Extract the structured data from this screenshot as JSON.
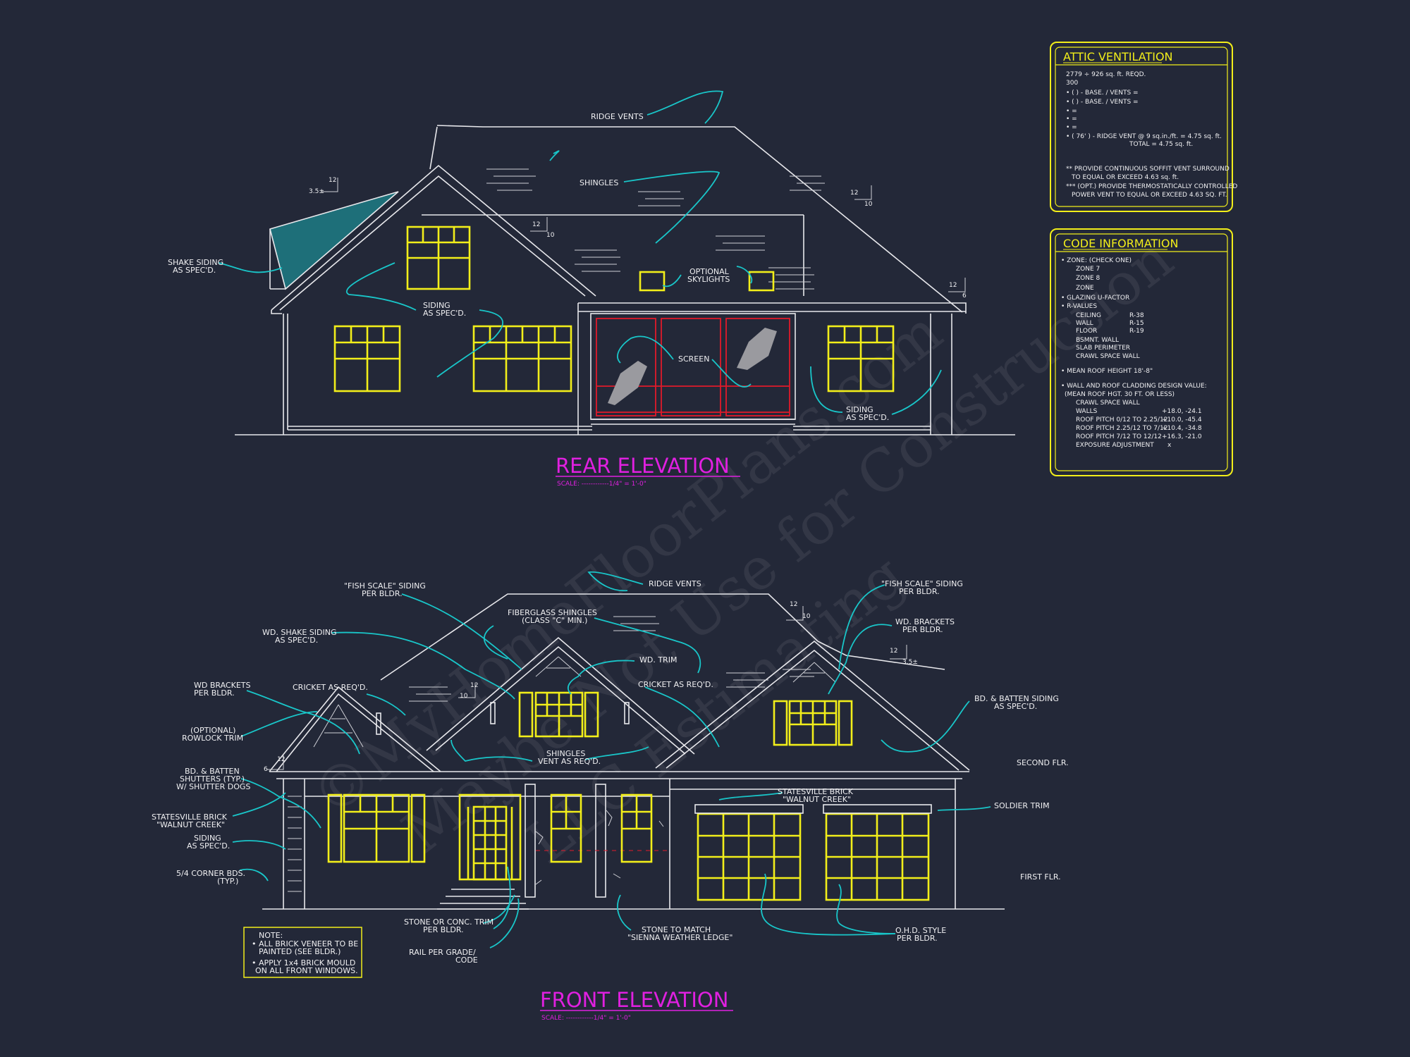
{
  "watermark": {
    "line1": "©MyHomeFloorPlans.com",
    "line2": "Maybe Not Use for Construction",
    "line3": "LLC Estimating"
  },
  "colors": {
    "background": "#232838",
    "linework": "#e8e8ec",
    "leader": "#19c6c9",
    "window": "#f2ee1a",
    "title": "#e020e0",
    "screen": "#e01a2a"
  },
  "rear": {
    "title": "REAR ELEVATION",
    "scale": "SCALE: ------------1/4\" = 1'-0\"",
    "labels": {
      "ridge_vents": "RIDGE VENTS",
      "shingles": "SHINGLES",
      "shake_1": "SHAKE SIDING",
      "shake_2": "AS SPEC'D.",
      "siding_1": "SIDING",
      "siding_2": "AS SPEC'D.",
      "skylights_1": "OPTIONAL",
      "skylights_2": "SKYLIGHTS",
      "screen": "SCREEN",
      "siding_r_1": "SIDING",
      "siding_r_2": "AS SPEC'D."
    },
    "pitch": {
      "p1_rise": "12",
      "p1_run": "3.5±",
      "p2_rise": "12",
      "p2_run": "10",
      "p3_rise": "12",
      "p3_run": "10",
      "p4_rise": "12",
      "p4_run": "6"
    }
  },
  "front": {
    "title": "FRONT ELEVATION",
    "scale": "SCALE: ------------1/4\" = 1'-0\"",
    "labels": {
      "ridge_vents": "RIDGE VENTS",
      "fish_l_1": "\"FISH SCALE\" SIDING",
      "fish_l_2": "PER BLDR.",
      "fiber_1": "FIBERGLASS SHINGLES",
      "fiber_2": "(CLASS \"C\" MIN.)",
      "shake_1": "WD. SHAKE SIDING",
      "shake_2": "AS SPEC'D.",
      "brackets_l_1": "WD BRACKETS",
      "brackets_l_2": "PER BLDR.",
      "cricket_l": "CRICKET AS REQ'D.",
      "wd_trim": "WD. TRIM",
      "cricket_r": "CRICKET AS REQ'D.",
      "rowlock_1": "(OPTIONAL)",
      "rowlock_2": "ROWLOCK TRIM",
      "batten_l_1": "BD. & BATTEN",
      "batten_l_2": "SHUTTERS (TYP.)",
      "batten_l_3": "W/ SHUTTER DOGS",
      "brick_l_1": "STATESVILLE BRICK",
      "brick_l_2": "\"WALNUT CREEK\"",
      "siding_1": "SIDING",
      "siding_2": "AS SPEC'D.",
      "corner_1": "5/4 CORNER BDS.",
      "corner_2": "(TYP.)",
      "shingles_vent_1": "SHINGLES",
      "shingles_vent_2": "VENT AS REQ'D.",
      "fish_r_1": "\"FISH SCALE\" SIDING",
      "fish_r_2": "PER BLDR.",
      "brackets_r_1": "WD. BRACKETS",
      "brackets_r_2": "PER BLDR.",
      "batten_r_1": "BD. & BATTEN SIDING",
      "batten_r_2": "AS SPEC'D.",
      "brick_c_1": "STATESVILLE BRICK",
      "brick_c_2": "\"WALNUT CREEK\"",
      "soldier": "SOLDIER TRIM",
      "second_flr": "SECOND FLR.",
      "first_flr": "FIRST FLR.",
      "stone_trim_1": "STONE OR CONC. TRIM",
      "stone_trim_2": "PER BLDR.",
      "rail_1": "RAIL PER GRADE/",
      "rail_2": "CODE",
      "stone_match_1": "STONE TO MATCH",
      "stone_match_2": "\"SIENNA WEATHER LEDGE\"",
      "ohd_1": "O.H.D. STYLE",
      "ohd_2": "PER BLDR."
    },
    "pitch": {
      "p1_rise": "12",
      "p1_run": "10",
      "p2_rise": "12",
      "p2_run": "3.5±",
      "p3_rise": "12",
      "p3_run": "6",
      "p4_rise": "12",
      "p4_run": "10"
    },
    "note": {
      "title": "NOTE:",
      "l1": "• ALL BRICK VENEER TO BE",
      "l2": "PAINTED (SEE BLDR.)",
      "l3": "• APPLY 1x4 BRICK MOULD",
      "l4": "ON ALL FRONT WINDOWS."
    }
  },
  "attic": {
    "title": "ATTIC VENTILATION",
    "l1": "2779 ÷ 926 sq. ft. REQD.",
    "l2": "300",
    "l3": "• (   ) -          BASE.   /   VENTS  =",
    "l4": "• (   ) -          BASE.   /   VENTS  =",
    "l5": "•                                              =",
    "l6": "•                                              =",
    "l7": "•                                              =",
    "l8": "• ( 76' ) - RIDGE VENT @ 9 sq.in./ft.  = 4.75 sq. ft.",
    "l9": "TOTAL      = 4.75 sq. ft.",
    "l10": "** PROVIDE CONTINUOUS SOFFIT VENT SURROUND",
    "l11": "TO EQUAL OR EXCEED  4.63 sq. ft.",
    "l12": "*** (OPT.) PROVIDE THERMOSTATICALLY CONTROLLED",
    "l13": "POWER VENT TO EQUAL OR EXCEED 4.63 SQ. FT."
  },
  "code": {
    "title": "CODE INFORMATION",
    "zone": "• ZONE: (CHECK ONE)",
    "zone7": "ZONE 7",
    "zone8": "ZONE 8",
    "zone_blank": "ZONE",
    "glazing": "• GLAZING U-FACTOR",
    "rvalues": "• R-VALUES",
    "ceiling": "CEILING",
    "ceiling_v": "R-38",
    "wall": "WALL",
    "wall_v": "R-15",
    "floor": "FLOOR",
    "floor_v": "R-19",
    "bsmt": "BSMNT. WALL",
    "slab": "SLAB PERIMETER",
    "crawl": "CRAWL SPACE WALL",
    "mean": "• MEAN ROOF HEIGHT  18'-8\"",
    "wind1": "• WALL AND ROOF CLADDING DESIGN VALUE:",
    "wind2": "(MEAN ROOF HGT. 30 FT. OR LESS)",
    "crawl2": "CRAWL SPACE WALL",
    "walls": "WALLS",
    "walls_v": "+18.0, -24.1",
    "rp1": "ROOF PITCH 0/12 TO 2.25/12",
    "rp1_v": "+10.0, -45.4",
    "rp2": "ROOF PITCH 2.25/12 TO 7/12",
    "rp2_v": "+10.4, -34.8",
    "rp3": "ROOF PITCH 7/12 TO 12/12",
    "rp3_v": "+16.3, -21.0",
    "exp": "EXPOSURE ADJUSTMENT",
    "exp_v": "x"
  }
}
